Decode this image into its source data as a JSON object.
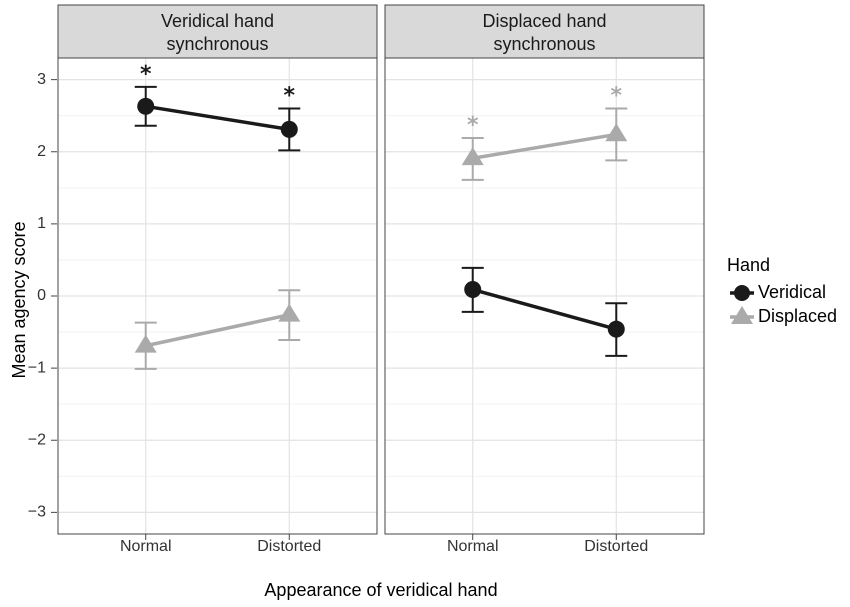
{
  "chart_data": {
    "type": "line",
    "xlabel": "Appearance of veridical hand",
    "ylabel": "Mean agency score",
    "ylim": [
      -3.3,
      3.3
    ],
    "yticks": [
      -3,
      -2,
      -1,
      0,
      1,
      2,
      3
    ],
    "ytick_labels": [
      "−3",
      "−2",
      "−1",
      "0",
      "1",
      "2",
      "3"
    ],
    "categories": [
      "Normal",
      "Distorted"
    ],
    "grid": true,
    "legend": {
      "title": "Hand",
      "position": "right"
    },
    "colors": {
      "Veridical": "#1a1a1a",
      "Displaced": "#aaaaaa"
    },
    "markers": {
      "Veridical": "circle",
      "Displaced": "triangle"
    },
    "significance_marker": "*",
    "panels": [
      {
        "title_lines": [
          "Veridical hand",
          "synchronous"
        ],
        "series": [
          {
            "name": "Veridical",
            "values": [
              2.63,
              2.31
            ],
            "lower": [
              2.36,
              2.02
            ],
            "upper": [
              2.9,
              2.6
            ],
            "significant": [
              true,
              true
            ]
          },
          {
            "name": "Displaced",
            "values": [
              -0.69,
              -0.26
            ],
            "lower": [
              -1.01,
              -0.61
            ],
            "upper": [
              -0.37,
              0.08
            ],
            "significant": [
              false,
              false
            ]
          }
        ]
      },
      {
        "title_lines": [
          "Displaced hand",
          "synchronous"
        ],
        "series": [
          {
            "name": "Veridical",
            "values": [
              0.09,
              -0.46
            ],
            "lower": [
              -0.22,
              -0.83
            ],
            "upper": [
              0.39,
              -0.1
            ],
            "significant": [
              false,
              false
            ]
          },
          {
            "name": "Displaced",
            "values": [
              1.91,
              2.24
            ],
            "lower": [
              1.61,
              1.88
            ],
            "upper": [
              2.19,
              2.6
            ],
            "significant": [
              true,
              true
            ]
          }
        ]
      }
    ]
  }
}
